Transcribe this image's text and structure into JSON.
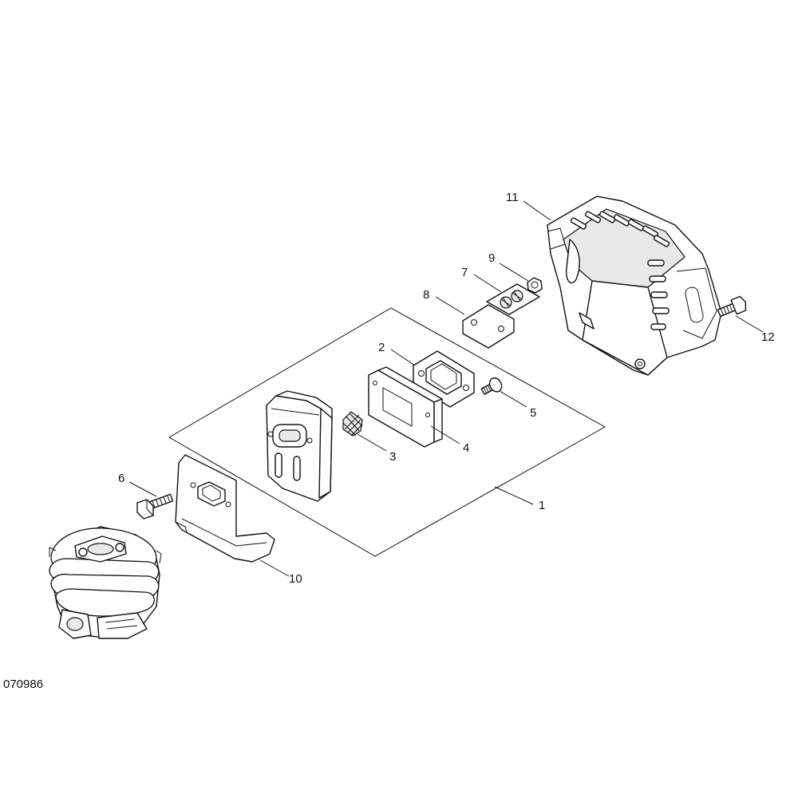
{
  "drawing_code": "070986",
  "callouts": [
    {
      "id": "1",
      "label": "1"
    },
    {
      "id": "2",
      "label": "2"
    },
    {
      "id": "3",
      "label": "3"
    },
    {
      "id": "4",
      "label": "4"
    },
    {
      "id": "5",
      "label": "5"
    },
    {
      "id": "6",
      "label": "6"
    },
    {
      "id": "7",
      "label": "7"
    },
    {
      "id": "8",
      "label": "8"
    },
    {
      "id": "9",
      "label": "9"
    },
    {
      "id": "10",
      "label": "10"
    },
    {
      "id": "11",
      "label": "11"
    },
    {
      "id": "12",
      "label": "12"
    }
  ]
}
